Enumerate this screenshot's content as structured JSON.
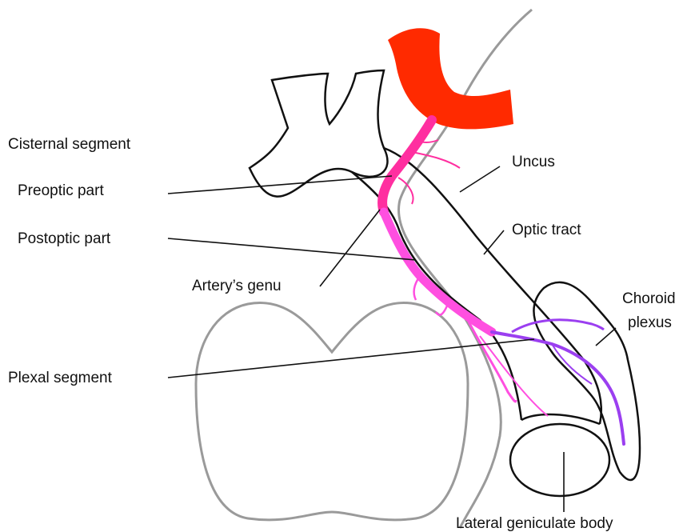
{
  "labels": {
    "cisternal_segment": "Cisternal segment",
    "preoptic_part": "Preoptic part",
    "postoptic_part": "Postoptic part",
    "arterys_genu": "Artery’s genu",
    "plexal_segment": "Plexal segment",
    "uncus": "Uncus",
    "optic_tract": "Optic tract",
    "choroid_plexus_line1": "Choroid",
    "choroid_plexus_line2": "plexus",
    "lateral_geniculate_body": "Lateral geniculate body"
  },
  "colors": {
    "internal_carotid_artery": "#ff2a00",
    "cisternal_vessel": "#ff2fa0",
    "postoptic_vessel": "#ff4fe0",
    "plexal_vessel": "#9b3ff0",
    "outline_gray": "#9a9a9a",
    "outline_black": "#111111"
  }
}
